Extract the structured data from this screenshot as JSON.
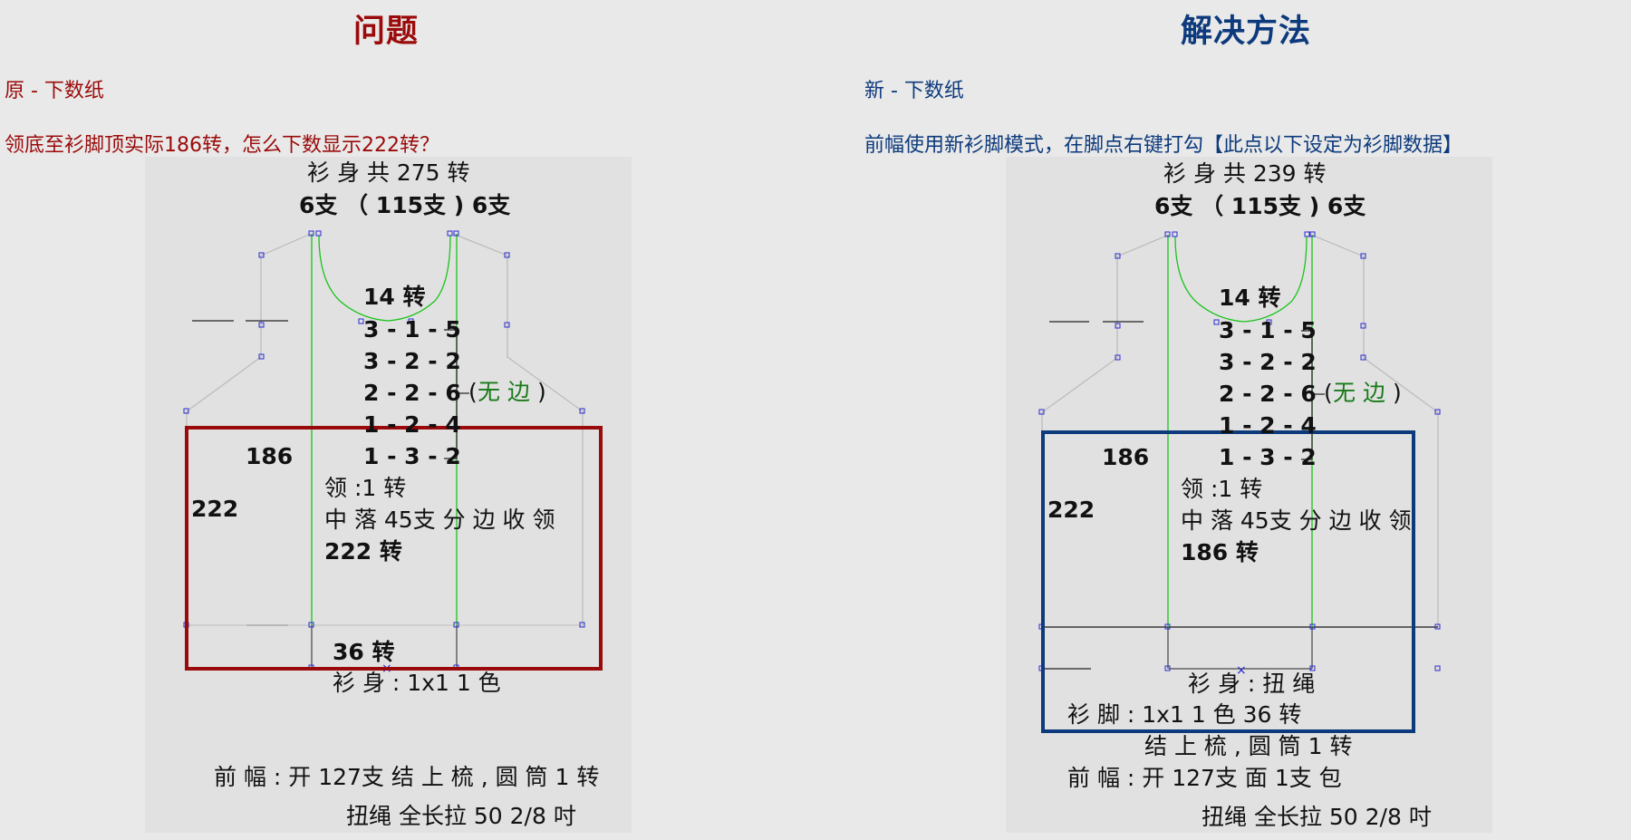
{
  "left": {
    "heading": "问题",
    "sheet_label": "原 - 下数纸",
    "question": "领底至衫脚顶实际186转，怎么下数显示222转？",
    "diagram": {
      "body_rows_line": "衫 身 共 275 转",
      "stitch_line": "6支 （ 115支 ) 6支",
      "neck_rows": "14 转",
      "decreases": [
        "3 - 1 - 5",
        "3 - 2 - 2",
        "2 - 2 - 6",
        "1 - 2 - 4",
        "1 - 3 - 2"
      ],
      "no_edge_open": "(",
      "no_edge_text": "无 边",
      "no_edge_close": ")",
      "val_186": "186",
      "val_222": "222",
      "neck_line": "领 :1 转",
      "center_line": "中 落 45支 分 边 收 领",
      "rows_line": "222 转",
      "hem_rows": "36 转",
      "body_pattern": "衫 身 : 1x1   1 色",
      "front_line": "前 幅 : 开  127支  结 上 梳 , 圆 筒 1 转",
      "cable_line": "扭绳  全长拉  50 2/8 吋"
    }
  },
  "right": {
    "heading": "解决方法",
    "sheet_label": "新 - 下数纸",
    "solution": "前幅使用新衫脚模式，在脚点右键打勾【此点以下设定为衫脚数据】",
    "diagram": {
      "body_rows_line": "衫 身 共 239 转",
      "stitch_line": "6支 （ 115支 ) 6支",
      "neck_rows": "14 转",
      "decreases": [
        "3 - 1 - 5",
        "3 - 2 - 2",
        "2 - 2 - 6",
        "1 - 2 - 4",
        "1 - 3 - 2"
      ],
      "no_edge_open": "(",
      "no_edge_text": "无 边",
      "no_edge_close": ")",
      "val_186": "186",
      "val_222": "222",
      "neck_line": "领 :1 转",
      "center_line": "中 落 45支 分 边 收 领",
      "rows_line": "186 转",
      "body_pattern": "衫 身 : 扭 绳",
      "hem_line": "衫 脚 : 1x1     1 色  36 转",
      "finish_line": "结 上 梳 , 圆 筒 1 转",
      "front_line": "前 幅 : 开  127支  面  1支 包",
      "cable_line": "扭绳  全长拉  50 2/8 吋"
    }
  },
  "colors": {
    "problem_red": "#9b0a0a",
    "solution_blue": "#0d3a7c",
    "neck_green": "#19c419",
    "point_blue": "#2a2ad0"
  }
}
